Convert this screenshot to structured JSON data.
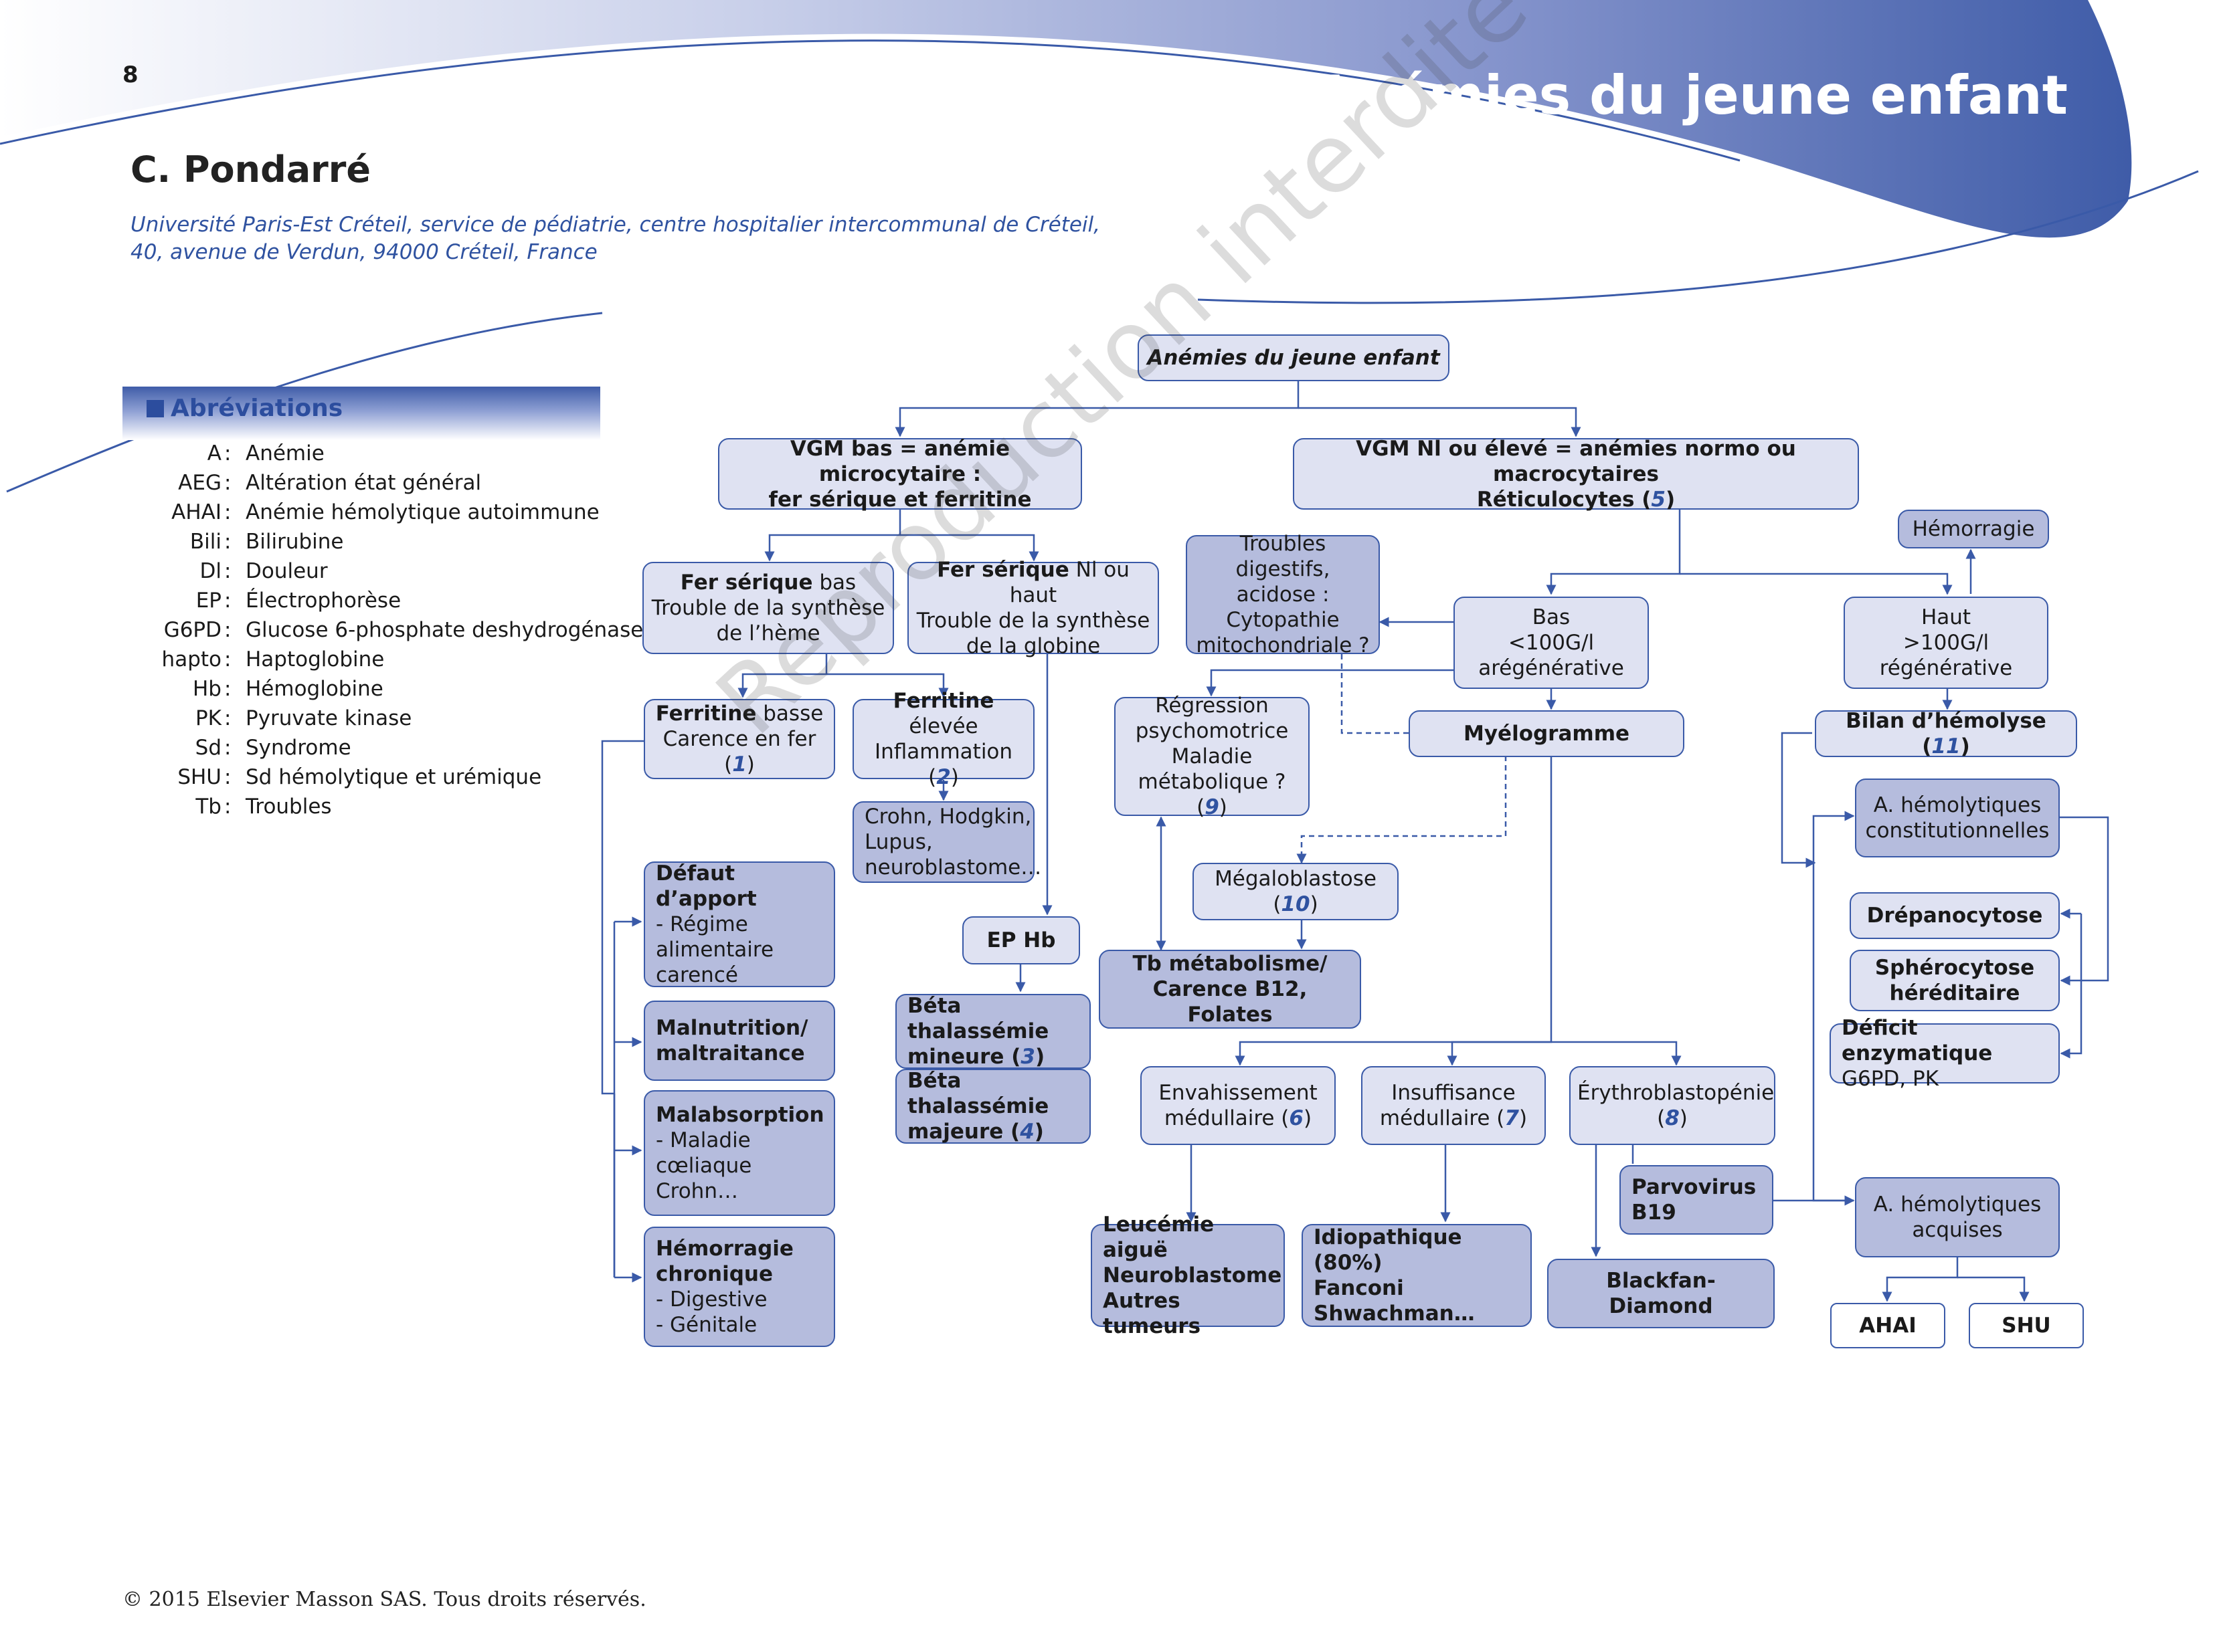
{
  "header": {
    "page_number": "8",
    "title": "Anémies du jeune enfant",
    "author": "C. Pondarré",
    "affiliation_line1": "Université Paris-Est Créteil, service de pédiatrie, centre hospitalier intercommunal de Créteil,",
    "affiliation_line2": "40, avenue de Verdun, 94000 Créteil, France"
  },
  "abbreviations": {
    "title": "Abréviations",
    "items": [
      {
        "abbr": "A",
        "meaning": "Anémie"
      },
      {
        "abbr": "AEG",
        "meaning": "Altération état général"
      },
      {
        "abbr": "AHAI",
        "meaning": "Anémie hémolytique autoimmune"
      },
      {
        "abbr": "Bili",
        "meaning": "Bilirubine"
      },
      {
        "abbr": "Dl",
        "meaning": "Douleur"
      },
      {
        "abbr": "EP",
        "meaning": "Électrophorèse"
      },
      {
        "abbr": "G6PD",
        "meaning": "Glucose 6-phosphate deshydrogénase"
      },
      {
        "abbr": "hapto",
        "meaning": "Haptoglobine"
      },
      {
        "abbr": "Hb",
        "meaning": "Hémoglobine"
      },
      {
        "abbr": "PK",
        "meaning": "Pyruvate kinase"
      },
      {
        "abbr": "Sd",
        "meaning": "Syndrome"
      },
      {
        "abbr": "SHU",
        "meaning": "Sd hémolytique et urémique"
      },
      {
        "abbr": "Tb",
        "meaning": "Troubles"
      }
    ]
  },
  "flowchart": {
    "root": "Anémies du jeune enfant",
    "vgm_bas": {
      "line1": "VGM bas = anémie microcytaire :",
      "line2": "fer sérique et ferritine"
    },
    "vgm_nl": {
      "line1": "VGM Nl ou élevé = anémies normo ou macrocytaires",
      "line2": "Réticulocytes (",
      "num": "5",
      "close": ")"
    },
    "fer_bas": {
      "bold": "Fer sérique",
      "rest": " bas",
      "line2": "Trouble de la synthèse",
      "line3": "de l’hème"
    },
    "fer_haut": {
      "bold": "Fer sérique",
      "rest": " Nl ou haut",
      "line2": "Trouble de la synthèse",
      "line3": "de la globine"
    },
    "ferritine_basse": {
      "bold": "Ferritine",
      "rest": " basse",
      "line2": "Carence en fer (",
      "num": "1",
      "close": ")"
    },
    "ferritine_elevee": {
      "bold": "Ferritine",
      "rest": " élevée",
      "line2": "Inflammation (",
      "num": "2",
      "close": ")"
    },
    "crohn": {
      "line1": "Crohn, Hodgkin,",
      "line2": "Lupus,",
      "line3": "neuroblastome…"
    },
    "defaut_apport": {
      "title": "Défaut d’apport",
      "line2": "- Régime",
      "line3": "alimentaire",
      "line4": "carencé"
    },
    "malnutrition": {
      "line1": "Malnutrition/",
      "line2": "maltraitance"
    },
    "malabsorption": {
      "title": "Malabsorption",
      "line2": "- Maladie",
      "line3": "cœliaque",
      "line4": "Crohn…"
    },
    "hemorragie_chronique": {
      "line1": "Hémorragie",
      "line2": "chronique",
      "line3": "- Digestive",
      "line4": "- Génitale"
    },
    "ep_hb": "EP Hb",
    "beta_mineure": {
      "line1": "Béta thalassémie",
      "line2": "mineure (",
      "num": "3",
      "close": ")"
    },
    "beta_majeure": {
      "line1": "Béta thalassémie",
      "line2": "majeure (",
      "num": "4",
      "close": ")"
    },
    "troubles_digestifs": {
      "line1": "Troubles digestifs,",
      "line2": "acidose :",
      "line3": "Cytopathie",
      "line4": "mitochondriale ?"
    },
    "bas_reti": {
      "line1": "Bas",
      "line2": "<100G/l",
      "line3": "arégénérative"
    },
    "haut_reti": {
      "line1": "Haut",
      "line2": ">100G/l",
      "line3": "régénérative"
    },
    "hemorragie": "Hémorragie",
    "regression": {
      "line1": "Régression",
      "line2": "psychomotrice",
      "line3": "Maladie",
      "line4": "métabolique ? (",
      "num": "9",
      "close": ")"
    },
    "myelogramme": "Myélogramme",
    "bilan_hemolyse": {
      "text": "Bilan d’hémolyse (",
      "num": "11",
      "close": ")"
    },
    "megaloblastose": {
      "line1": "Mégaloblastose",
      "line2": "(",
      "num": "10",
      "close": ")"
    },
    "tb_metabolisme": {
      "line1": "Tb métabolisme/",
      "line2": "Carence B12, Folates"
    },
    "a_hemo_const": {
      "line1": "A. hémolytiques",
      "line2": "constitutionnelles"
    },
    "drepanocytose": "Drépanocytose",
    "spherocytose": {
      "line1": "Sphérocytose",
      "line2": "héréditaire"
    },
    "deficit_enzymatique": {
      "line1": "Déficit enzymatique",
      "line2": "G6PD, PK"
    },
    "envahissement": {
      "line1": "Envahissement",
      "line2": "médullaire (",
      "num": "6",
      "close": ")"
    },
    "insuffisance": {
      "line1": "Insuffisance",
      "line2": "médullaire (",
      "num": "7",
      "close": ")"
    },
    "erythroblastopenie": {
      "line1": "Érythroblastopénie",
      "line2": "(",
      "num": "8",
      "close": ")"
    },
    "parvovirus": {
      "line1": "Parvovirus",
      "line2": "B19"
    },
    "a_hemo_acquises": {
      "line1": "A. hémolytiques",
      "line2": "acquises"
    },
    "leucemie": {
      "line1": "Leucémie aiguë",
      "line2": "Neuroblastome",
      "line3": "Autres tumeurs"
    },
    "idiopathique": {
      "line1": "Idiopathique (80%)",
      "line2": "Fanconi",
      "line3": "Shwachman…"
    },
    "blackfan": "Blackfan- Diamond",
    "ahai": "AHAI",
    "shu": "SHU"
  },
  "watermark": "Reproduction interdite",
  "footer": {
    "copyright": "© 2015 Elsevier Masson SAS. Tous droits réservés."
  },
  "colors": {
    "accent": "#3a5aa8",
    "node_light": "#dfe2f2",
    "node_dark": "#b5bcdd",
    "number": "#2f52a0"
  }
}
